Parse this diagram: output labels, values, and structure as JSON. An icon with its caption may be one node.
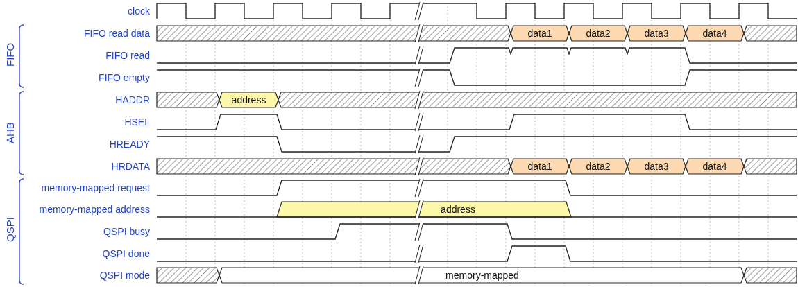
{
  "diagram": {
    "labels": [
      "clock",
      "FIFO",
      "FIFO read data",
      "data1",
      "data2",
      "data3",
      "data4",
      "FIFO read",
      "FIFO empty",
      "AHB",
      "HADDR",
      "address",
      "HSEL",
      "HREADY",
      "HRDATA",
      "data1",
      "data2",
      "data3",
      "data4",
      "QSPI",
      "memory-mapped request",
      "memory-mapped address",
      "address",
      "QSPI busy",
      "QSPI done",
      "QSPI mode",
      "memory-mapped"
    ]
  }
}
